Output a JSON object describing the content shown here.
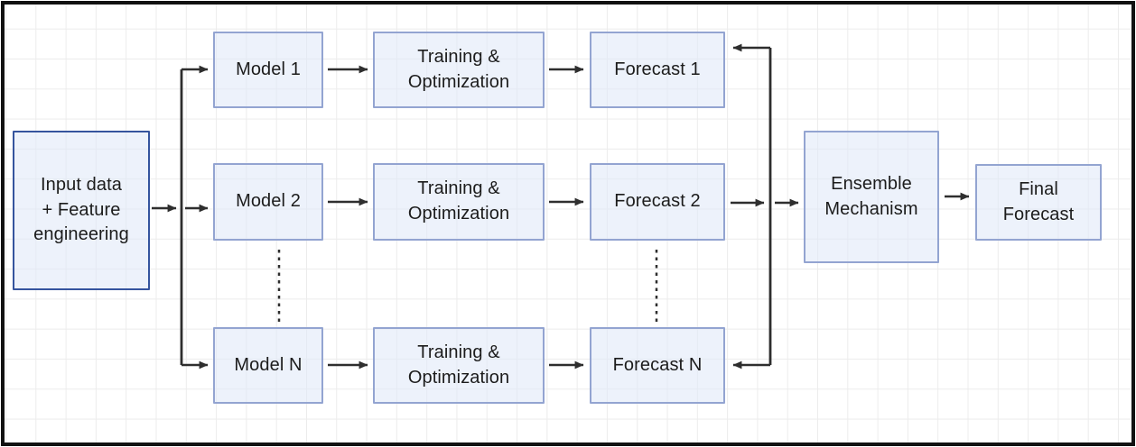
{
  "diagram": {
    "type": "flowchart",
    "nodes": {
      "input": {
        "label": "Input data\n+ Feature\nengineering"
      },
      "model1": {
        "label": "Model 1"
      },
      "model2": {
        "label": "Model 2"
      },
      "modelN": {
        "label": "Model N"
      },
      "train1": {
        "label": "Training &\nOptimization"
      },
      "train2": {
        "label": "Training &\nOptimization"
      },
      "train3": {
        "label": "Training &\nOptimization"
      },
      "forecast1": {
        "label": "Forecast 1"
      },
      "forecast2": {
        "label": "Forecast 2"
      },
      "forecastN": {
        "label": "Forecast N"
      },
      "ensemble": {
        "label": "Ensemble\nMechanism"
      },
      "final": {
        "label": "Final\nForecast"
      }
    },
    "edges": [
      "input -> model1",
      "input -> model2",
      "input -> modelN",
      "model1 -> train1",
      "model2 -> train2",
      "modelN -> train3",
      "train1 -> forecast1",
      "train2 -> forecast2",
      "train3 -> forecastN",
      "forecast2 -> ensemble",
      "ensemble-junction -> forecast1",
      "ensemble-junction -> forecastN",
      "ensemble -> final",
      "model2 .. modelN (dotted)",
      "forecast2 .. forecastN (dotted)"
    ],
    "colors": {
      "node_fill": "#dfe8f88f",
      "node_border": "#93a4d1",
      "input_border": "#35549e",
      "arrow": "#2e2e2e",
      "grid": "#ececec",
      "frame": "#111111"
    }
  }
}
